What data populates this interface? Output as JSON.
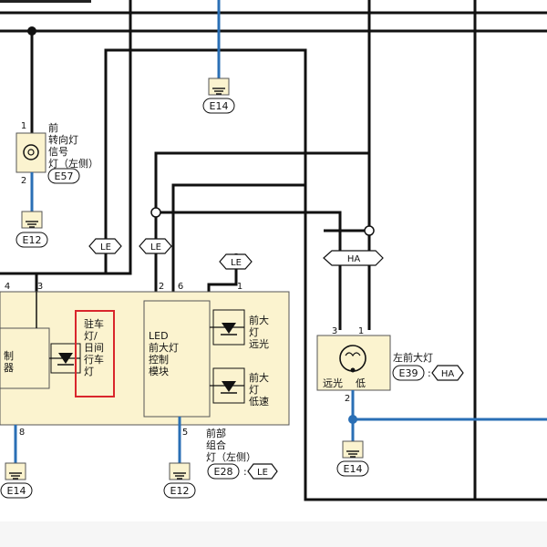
{
  "colors": {
    "wire": "#111111",
    "ground_wire": "#2a6fb5",
    "module_fill": "#fbf3cf",
    "module_stroke": "#555555",
    "highlight_box": "#d9262c"
  },
  "turn_lamp": {
    "pin_top": "1",
    "pin_bottom": "2",
    "label_lines": [
      "前",
      "转向灯",
      "信号",
      "灯（左侧）"
    ],
    "connector": "E57"
  },
  "grounds": {
    "top": "E14",
    "turn_lamp": "E12",
    "bottom_left": "E14",
    "bottom_mid": "E12",
    "headlamp": "E14"
  },
  "tags": {
    "le_1": "LE",
    "le_2": "LE",
    "le_3": "LE",
    "ha": "HA"
  },
  "front_module": {
    "pins": {
      "p4": "4",
      "p3": "3",
      "p2": "2",
      "p6": "6",
      "p1": "1",
      "p8": "8",
      "p5": "5"
    },
    "controller_label": [
      "制",
      "器"
    ],
    "parking_label": [
      "驻车",
      "灯/",
      "日间",
      "行车",
      "灯"
    ],
    "led_module_label": [
      "LED",
      "前大灯",
      "控制",
      "模块"
    ],
    "high_beam_label": [
      "前大",
      "灯",
      "远光"
    ],
    "low_beam_label": [
      "前大",
      "灯",
      "低速"
    ],
    "caption_lines": [
      "前部",
      "组合",
      "灯（左侧）"
    ],
    "connector": "E28",
    "connector_tag": "LE"
  },
  "left_headlamp": {
    "pin_left": "3",
    "pin_right": "1",
    "pin_bottom": "2",
    "label": "左前大灯",
    "high_label": "远光",
    "low_label": "低",
    "connector": "E39",
    "connector_tag": "HA"
  }
}
